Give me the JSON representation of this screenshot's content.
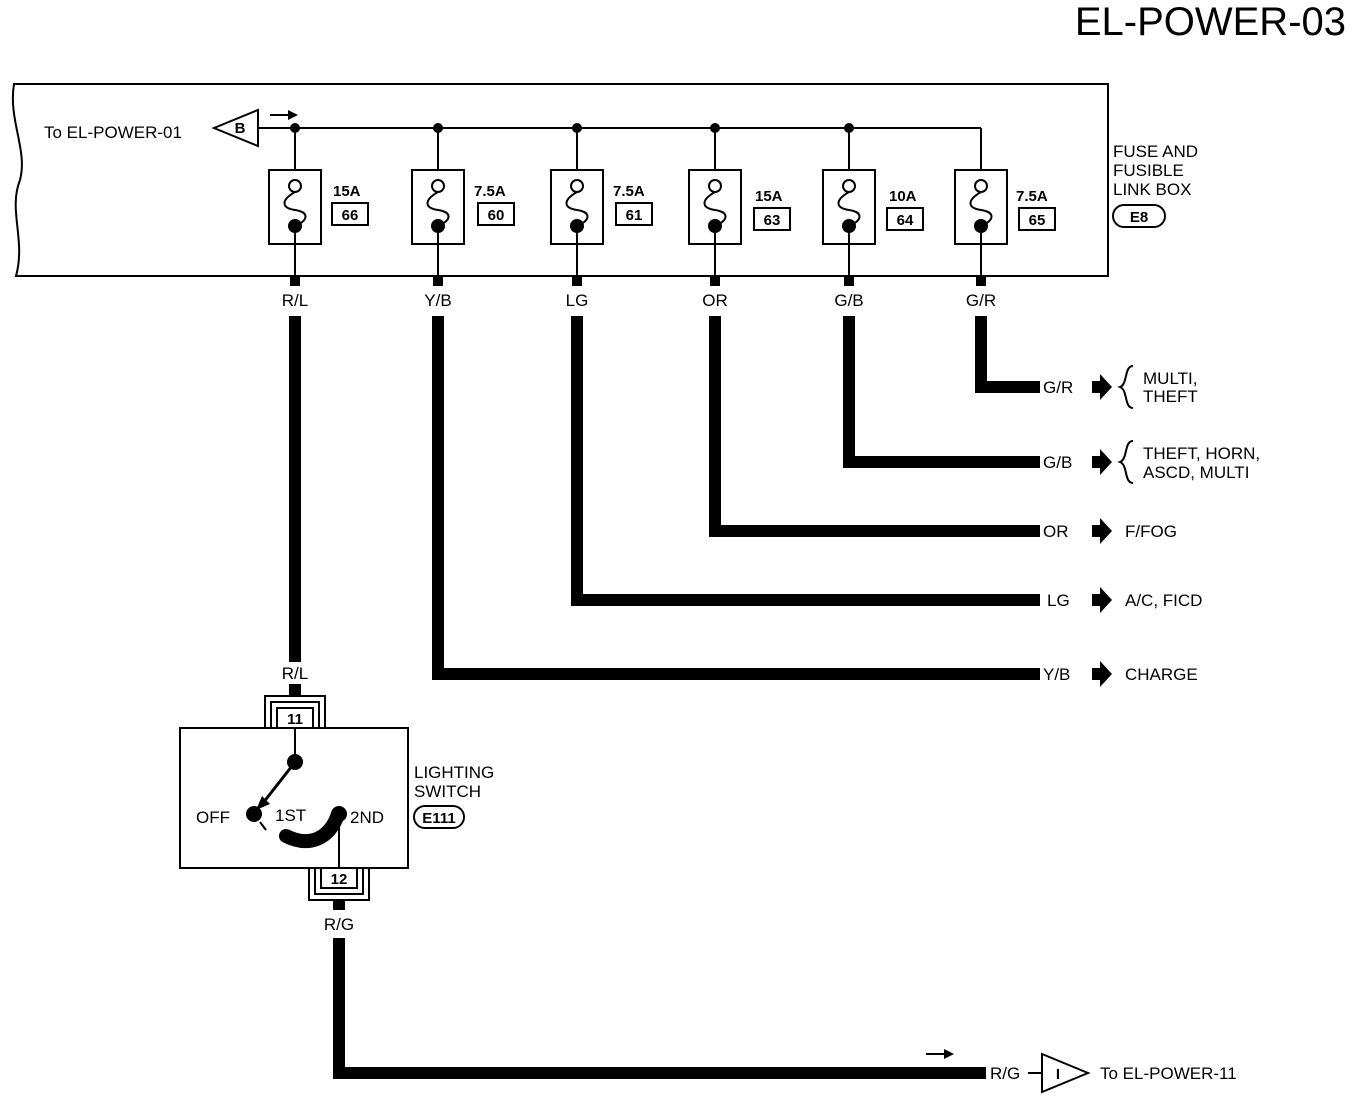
{
  "page": {
    "title": "EL-POWER-03"
  },
  "fuse_box": {
    "label_line1": "FUSE AND",
    "label_line2": "FUSIBLE",
    "label_line3": "LINK BOX",
    "connector": "E8",
    "input_ref": "To EL-POWER-01",
    "input_connector": "B",
    "fuses": [
      {
        "rating": "15A",
        "number": "66",
        "wire": "R/L"
      },
      {
        "rating": "7.5A",
        "number": "60",
        "wire": "Y/B"
      },
      {
        "rating": "7.5A",
        "number": "61",
        "wire": "LG"
      },
      {
        "rating": "15A",
        "number": "63",
        "wire": "OR"
      },
      {
        "rating": "10A",
        "number": "64",
        "wire": "G/B"
      },
      {
        "rating": "7.5A",
        "number": "65",
        "wire": "G/R"
      }
    ]
  },
  "outputs": [
    {
      "wire": "G/R",
      "dest_line1": "MULTI,",
      "dest_line2": "THEFT"
    },
    {
      "wire": "G/B",
      "dest_line1": "THEFT, HORN,",
      "dest_line2": "ASCD, MULTI"
    },
    {
      "wire": "OR",
      "dest_line1": "F/FOG",
      "dest_line2": ""
    },
    {
      "wire": "LG",
      "dest_line1": "A/C, FICD",
      "dest_line2": ""
    },
    {
      "wire": "Y/B",
      "dest_line1": "CHARGE",
      "dest_line2": ""
    }
  ],
  "lighting_switch": {
    "label_line1": "LIGHTING",
    "label_line2": "SWITCH",
    "connector": "E111",
    "input_wire": "R/L",
    "input_pin": "11",
    "output_pin": "12",
    "output_wire": "R/G",
    "pos_off": "OFF",
    "pos_1st": "1ST",
    "pos_2nd": "2ND"
  },
  "bottom_output": {
    "wire": "R/G",
    "connector": "I",
    "ref": "To EL-POWER-11"
  }
}
